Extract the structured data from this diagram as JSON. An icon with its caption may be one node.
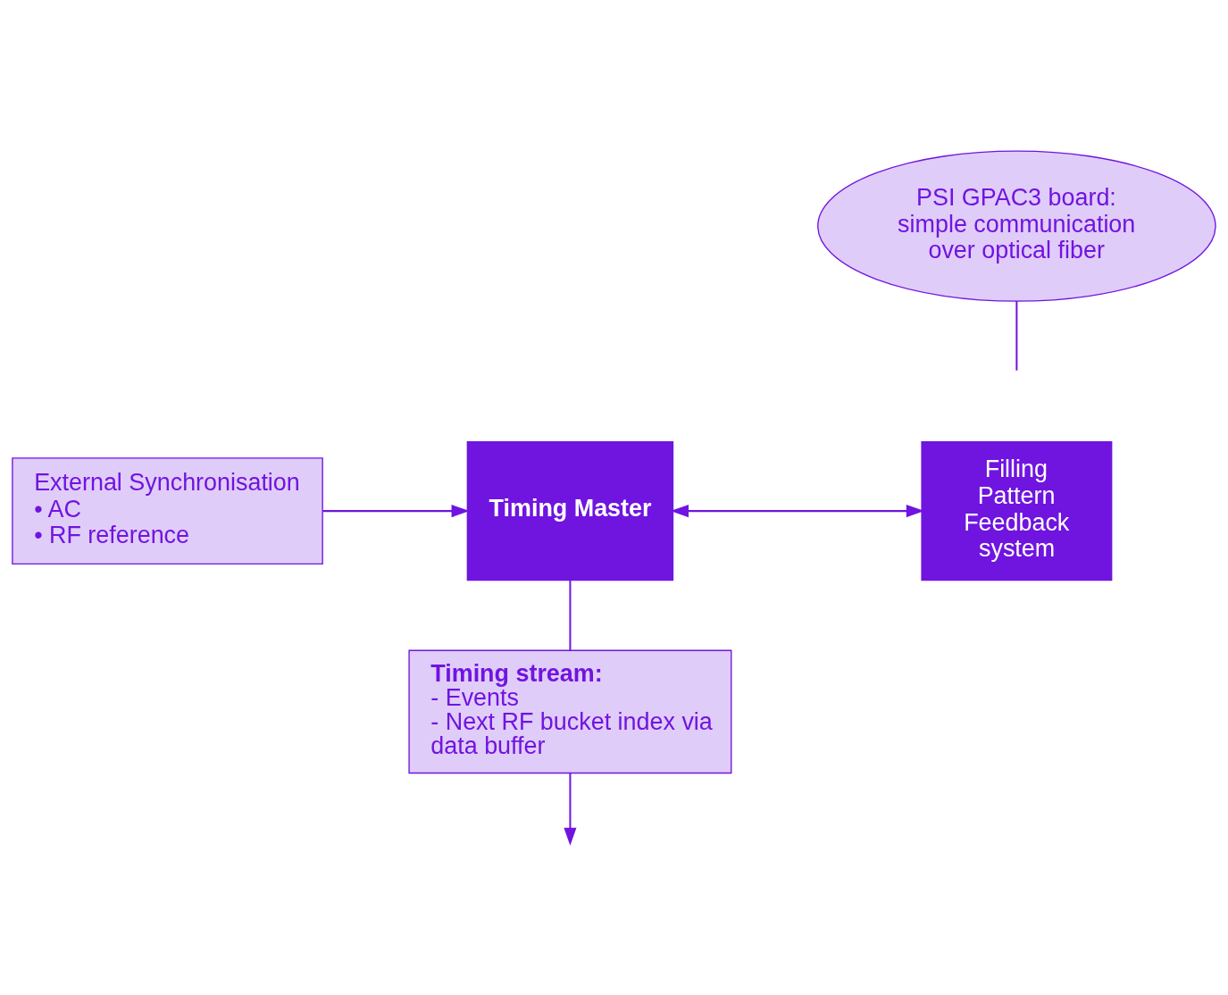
{
  "diagram": {
    "nodes": [
      {
        "text": [
          "External Synchronisation",
          "• AC",
          "• RF reference"
        ]
      },
      {
        "text": [
          "Timing Master"
        ]
      },
      {
        "text": [
          "Filling Pattern Feedback system"
        ]
      },
      {
        "text": [
          "PSI GPAC3 board: simple communication over optical fiber"
        ]
      },
      {
        "text": [
          "Timing stream:",
          "- Events",
          "- Next RF bucket index via data buffer"
        ]
      }
    ],
    "edges": [
      {
        "from": 0,
        "to": 1,
        "arrow": "to"
      },
      {
        "from": 1,
        "to": 2,
        "arrow": "both"
      },
      {
        "from": 3,
        "to": null,
        "arrow": "none"
      },
      {
        "from": 1,
        "to": 4,
        "arrow": "none"
      },
      {
        "from": 4,
        "to": null,
        "arrow": "to"
      }
    ]
  }
}
